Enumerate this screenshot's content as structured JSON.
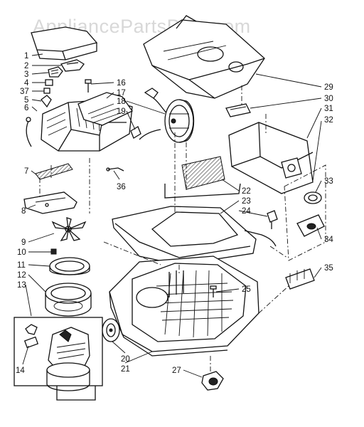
{
  "watermark": "AppliancePartsPros.com",
  "callouts": [
    {
      "id": "c1",
      "label": "1"
    },
    {
      "id": "c2",
      "label": "2"
    },
    {
      "id": "c3",
      "label": "3"
    },
    {
      "id": "c4",
      "label": "4"
    },
    {
      "id": "c37",
      "label": "37"
    },
    {
      "id": "c5",
      "label": "5"
    },
    {
      "id": "c6",
      "label": "6"
    },
    {
      "id": "c7",
      "label": "7"
    },
    {
      "id": "c8",
      "label": "8"
    },
    {
      "id": "c9",
      "label": "9"
    },
    {
      "id": "c10",
      "label": "10"
    },
    {
      "id": "c11",
      "label": "11"
    },
    {
      "id": "c12",
      "label": "12"
    },
    {
      "id": "c13",
      "label": "13"
    },
    {
      "id": "c14",
      "label": "14"
    },
    {
      "id": "c16",
      "label": "16"
    },
    {
      "id": "c17",
      "label": "17"
    },
    {
      "id": "c18",
      "label": "18"
    },
    {
      "id": "c19",
      "label": "19"
    },
    {
      "id": "c36",
      "label": "36"
    },
    {
      "id": "c20",
      "label": "20"
    },
    {
      "id": "c21",
      "label": "21"
    },
    {
      "id": "c22",
      "label": "22"
    },
    {
      "id": "c23",
      "label": "23"
    },
    {
      "id": "c24",
      "label": "24"
    },
    {
      "id": "c25",
      "label": "25"
    },
    {
      "id": "c27",
      "label": "27"
    },
    {
      "id": "c29",
      "label": "29"
    },
    {
      "id": "c30",
      "label": "30"
    },
    {
      "id": "c31",
      "label": "31"
    },
    {
      "id": "c32",
      "label": "32"
    },
    {
      "id": "c33",
      "label": "33"
    },
    {
      "id": "c34",
      "label": "34"
    },
    {
      "id": "c35",
      "label": "35"
    }
  ]
}
